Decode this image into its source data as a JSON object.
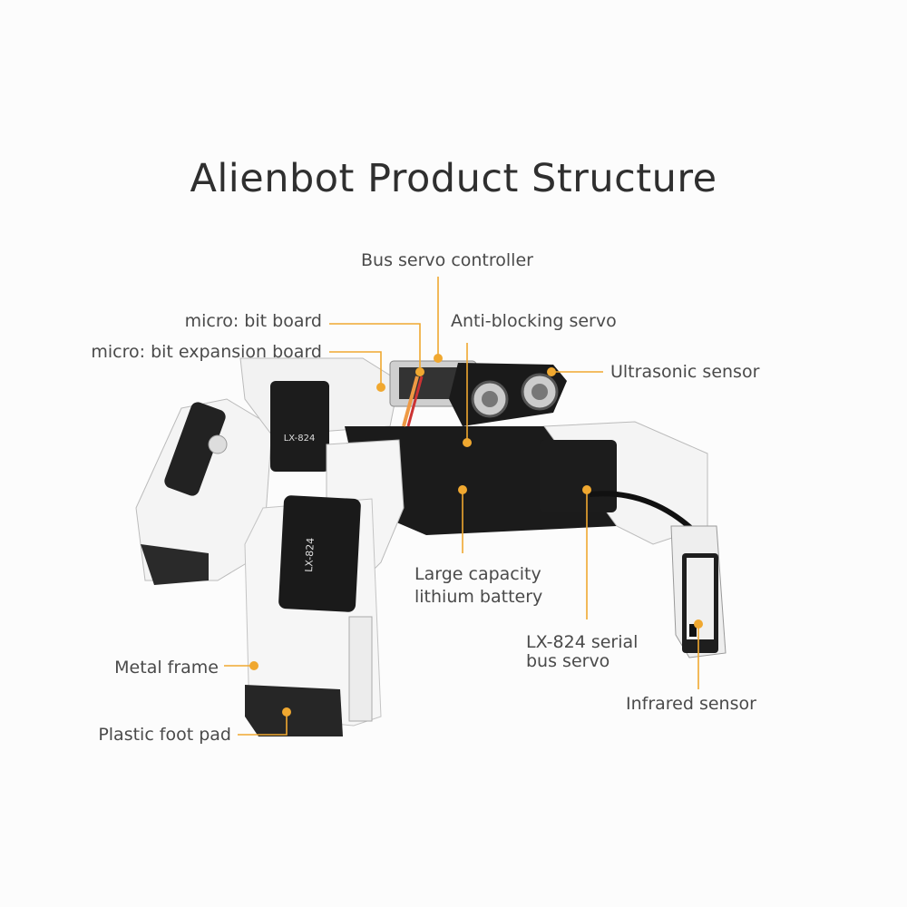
{
  "title": "Alienbot Product Structure",
  "accent_color": "#f0a830",
  "robot_markings": {
    "servo_model": "LX-824"
  },
  "labels": {
    "bus_servo_controller": "Bus servo controller",
    "microbit_board": "micro: bit board",
    "microbit_expansion_board": "micro: bit expansion board",
    "anti_blocking_servo": "Anti-blocking servo",
    "ultrasonic_sensor": "Ultrasonic sensor",
    "battery_line1": "Large capacity",
    "battery_line2": "lithium battery",
    "serial_servo_line1": "LX-824 serial",
    "serial_servo_line2": "bus servo",
    "infrared_sensor": "Infrared sensor",
    "metal_frame": "Metal frame",
    "plastic_foot_pad": "Plastic foot pad"
  }
}
